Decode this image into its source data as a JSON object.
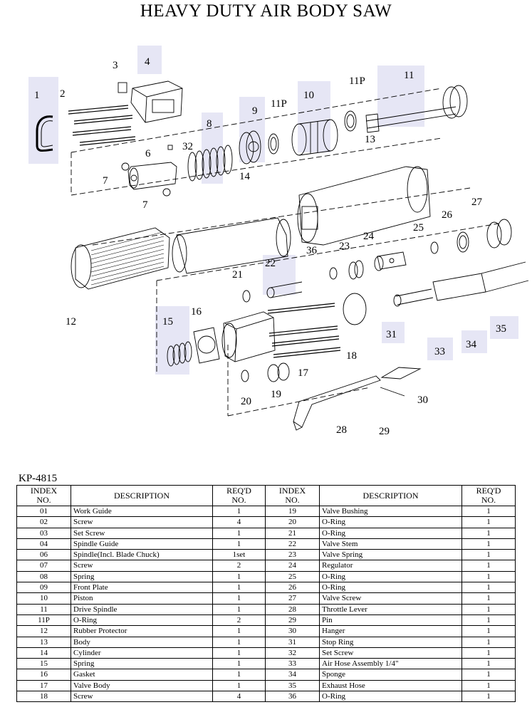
{
  "title": "HEAVY DUTY AIR BODY SAW",
  "model": "KP-4815",
  "headers": {
    "index": [
      "INDEX",
      "NO."
    ],
    "description": "DESCRIPTION",
    "req": [
      "REQ'D",
      "NO."
    ]
  },
  "parts": [
    {
      "index": "01",
      "description": "Work Guide",
      "req": "1"
    },
    {
      "index": "02",
      "description": "Screw",
      "req": "4"
    },
    {
      "index": "03",
      "description": "Set Screw",
      "req": "1"
    },
    {
      "index": "04",
      "description": "Spindle Guide",
      "req": "1"
    },
    {
      "index": "06",
      "description": "Spindle(Incl. Blade Chuck)",
      "req": "1set"
    },
    {
      "index": "07",
      "description": "Screw",
      "req": "2"
    },
    {
      "index": "08",
      "description": "Spring",
      "req": "1"
    },
    {
      "index": "09",
      "description": "Front Plate",
      "req": "1"
    },
    {
      "index": "10",
      "description": "Piston",
      "req": "1"
    },
    {
      "index": "11",
      "description": "Drive Spindle",
      "req": "1"
    },
    {
      "index": "11P",
      "description": "O-Ring",
      "req": "2"
    },
    {
      "index": "12",
      "description": "Rubber Protector",
      "req": "1"
    },
    {
      "index": "13",
      "description": "Body",
      "req": "1"
    },
    {
      "index": "14",
      "description": "Cylinder",
      "req": "1"
    },
    {
      "index": "15",
      "description": "Spring",
      "req": "1"
    },
    {
      "index": "16",
      "description": "Gasket",
      "req": "1"
    },
    {
      "index": "17",
      "description": "Valve Body",
      "req": "1"
    },
    {
      "index": "18",
      "description": "Screw",
      "req": "4"
    },
    {
      "index": "19",
      "description": "Valve Bushing",
      "req": "1"
    },
    {
      "index": "20",
      "description": "O-Ring",
      "req": "1"
    },
    {
      "index": "21",
      "description": "O-Ring",
      "req": "1"
    },
    {
      "index": "22",
      "description": "Valve Stem",
      "req": "1"
    },
    {
      "index": "23",
      "description": "Valve Spring",
      "req": "1"
    },
    {
      "index": "24",
      "description": "Regulator",
      "req": "1"
    },
    {
      "index": "25",
      "description": "O-Ring",
      "req": "1"
    },
    {
      "index": "26",
      "description": "O-Ring",
      "req": "1"
    },
    {
      "index": "27",
      "description": "Valve Screw",
      "req": "1"
    },
    {
      "index": "28",
      "description": "Throttle Lever",
      "req": "1"
    },
    {
      "index": "29",
      "description": "Pin",
      "req": "1"
    },
    {
      "index": "30",
      "description": "Hanger",
      "req": "1"
    },
    {
      "index": "31",
      "description": "Stop Ring",
      "req": "1"
    },
    {
      "index": "32",
      "description": "Set Screw",
      "req": "1"
    },
    {
      "index": "33",
      "description": "Air Hose Assembly 1/4\"",
      "req": "1"
    },
    {
      "index": "34",
      "description": "Sponge",
      "req": "1"
    },
    {
      "index": "35",
      "description": "Exhaust Hose",
      "req": "1"
    },
    {
      "index": "36",
      "description": "O-Ring",
      "req": "1"
    }
  ],
  "callouts": [
    "1",
    "2",
    "3",
    "4",
    "6",
    "7",
    "7",
    "8",
    "9",
    "10",
    "11P",
    "11P",
    "11",
    "12",
    "13",
    "14",
    "15",
    "16",
    "17",
    "18",
    "19",
    "20",
    "21",
    "22",
    "23",
    "24",
    "25",
    "26",
    "27",
    "28",
    "29",
    "30",
    "31",
    "32",
    "33",
    "34",
    "35",
    "36"
  ],
  "highlight_color": "#e6e6f5"
}
